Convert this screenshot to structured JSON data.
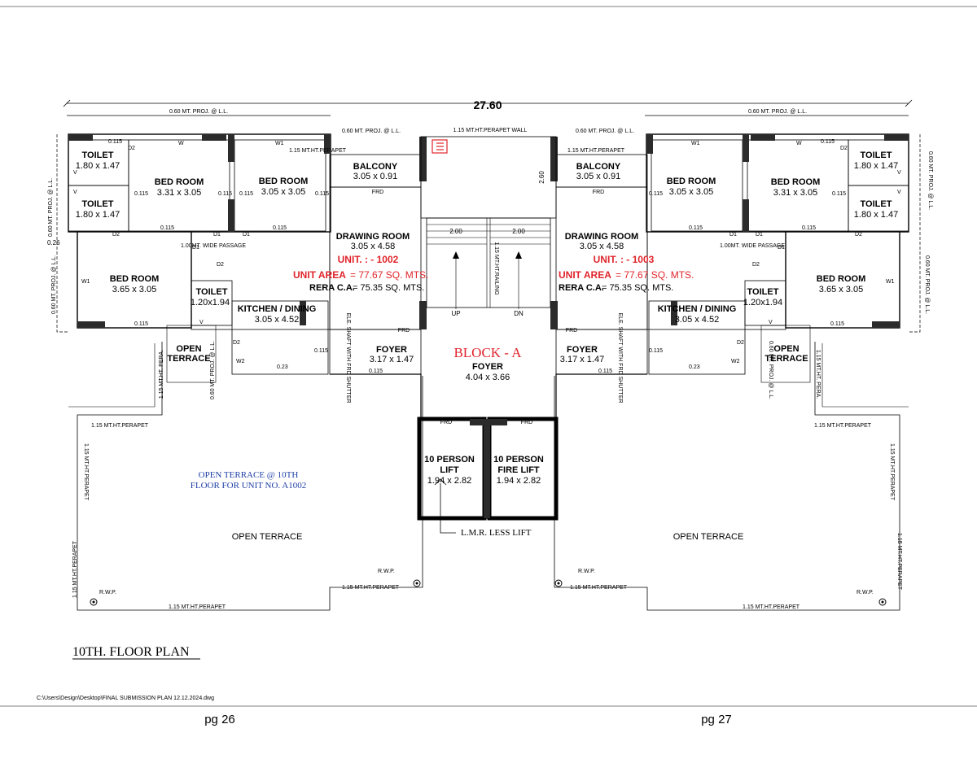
{
  "drawing": {
    "overall_width": "27.60",
    "block_label": "BLOCK - A",
    "title": "10TH. FLOOR PLAN",
    "file_path": "C:\\Users\\Design\\Desktop\\FINAL SUBMISSION PLAN 12.12.2024.dwg",
    "page_left": "pg 26",
    "page_right": "pg 27"
  },
  "notes": {
    "proj_060": "0.60 MT. PROJ. @ L.L.",
    "parapet_wall_115": "1.15 MT.HT.PERAPET WALL",
    "parapet_115": "1.15 MT.HT.PERAPET",
    "railing": "1.15 MT.HT.RAILING",
    "pera": "1.15 MT.HT. PERA.",
    "passage": "1.00MT. WIDE PASSAGE",
    "lmr": "L.M.R. LESS LIFT",
    "rwp": "R.W.P.",
    "open_terrace_note_line1": "OPEN TERRACE @ 10TH",
    "open_terrace_note_line2": "FLOOR FOR UNIT NO. A1002",
    "ele_shaft": "ELE. SHAFT WITH FRD SHUTTER",
    "dim_260": "2.60",
    "dim_200": "2.00",
    "dim_026": "0.26",
    "wall_0115": "0.115",
    "dim_023": "0.23",
    "up": "UP",
    "dn": "DN",
    "frd": "FRD"
  },
  "tags": {
    "w": "W",
    "w1": "W1",
    "w2": "W2",
    "v": "V",
    "d1": "D1",
    "d2": "D2"
  },
  "rooms": {
    "toilet": "TOILET",
    "toilet_dim": "1.80 x 1.47",
    "toilet_small_dim": "1.20x1.94",
    "bedroom": "BED ROOM",
    "bed_331": "3.31 x 3.05",
    "bed_305": "3.05 x 3.05",
    "bed_365": "3.65 x 3.05",
    "balcony": "BALCONY",
    "balcony_dim": "3.05 x 0.91",
    "drawing_room": "DRAWING ROOM",
    "drawing_dim": "3.05 x 4.58",
    "kitchen": "KITCHEN / DINING",
    "kitchen_dim": "3.05 x 4.52",
    "foyer": "FOYER",
    "foyer_unit_dim": "3.17 x 1.47",
    "foyer_main_dim": "4.04 x 3.66",
    "open": "OPEN",
    "terrace": "TERRACE",
    "open_terrace": "OPEN TERRACE",
    "lift_line1": "10 PERSON",
    "lift_line2": "LIFT",
    "lift_dim": "1.94 x 2.82",
    "fire_lift_line2": "FIRE LIFT"
  },
  "units": {
    "left": {
      "unit": "UNIT. : - 1002",
      "area_label": "UNIT AREA",
      "area_value": "= 77.67 SQ. MTS.",
      "rera_label": "RERA C.A.",
      "rera_value": "= 75.35 SQ. MTS."
    },
    "right": {
      "unit": "UNIT. : - 1003",
      "area_label": "UNIT AREA",
      "area_value": "= 77.67 SQ. MTS.",
      "rera_label": "RERA C.A.",
      "rera_value": "= 75.35 SQ. MTS."
    }
  },
  "colors": {
    "ink": "#000000",
    "red_text": "#e0242b",
    "blue_text": "#1f3fa6"
  }
}
